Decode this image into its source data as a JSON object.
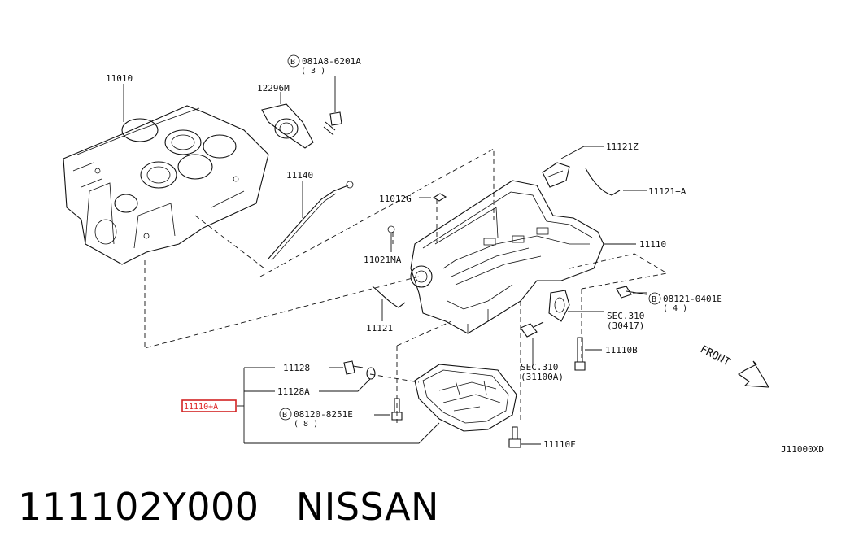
{
  "diagram": {
    "labels": {
      "p11010": "11010",
      "p12296m": "12296M",
      "p081a8_code": "081A8-6201A",
      "p081a8_qty": "( 3 )",
      "p11140": "11140",
      "p11121z": "11121Z",
      "p11121a": "11121+A",
      "p11012g": "11012G",
      "p11021ma": "11021MA",
      "p11110": "11110",
      "p08121_code": "08121-0401E",
      "p08121_qty": "( 4 )",
      "sec310a": "SEC.310",
      "sec310a_ref": "(30417)",
      "p11121": "11121",
      "sec310b": "SEC.310",
      "sec310b_ref": "(31100A)",
      "p11110b": "11110B",
      "p11128": "11128",
      "p11128a": "11128A",
      "p11110a": "11110+A",
      "p08120_code": "08120-8251E",
      "p08120_qty": "( 8 )",
      "p11110f": "11110F",
      "front": "FRONT",
      "diagram_code": "J11000XD",
      "bolt_prefix": "B"
    },
    "highlight_color": "#d22222"
  },
  "caption": {
    "text": "111102Y000   NISSAN"
  }
}
